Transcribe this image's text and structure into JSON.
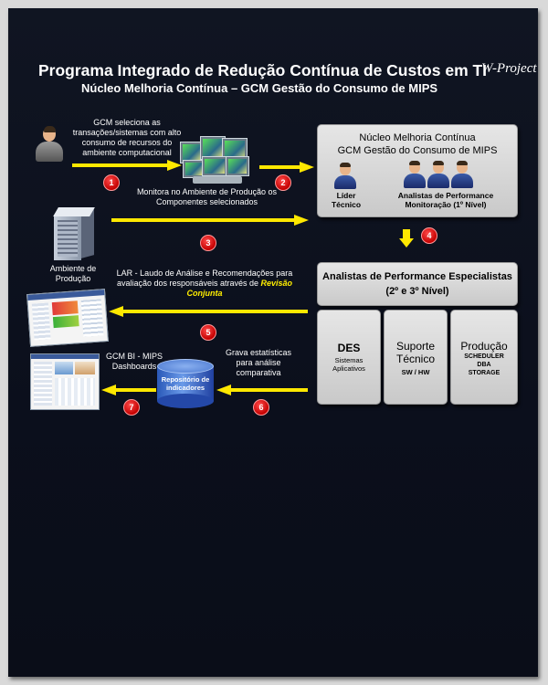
{
  "title": "Programa Integrado de Redução Contínua de Custos em TI",
  "subtitle": "Núcleo Melhoria Contínua – GCM Gestão do Consumo de MIPS",
  "logo": {
    "text": "W-Project"
  },
  "steps": {
    "step1_text": "GCM seleciona as transações/sistemas com alto consumo de recursos do ambiente computacional",
    "step2_text": "Monitora no Ambiente de Produção os Componentes selecionados",
    "ambiente_label": "Ambiente de Produção",
    "step5_text_a": "LAR - Laudo de Análise e Recomendações para avaliação dos responsáveis através de ",
    "step5_highlight": "Revisão Conjunta",
    "step6_text": "Grava estatísticas para análise comparativa",
    "step7_text": "GCM BI - MIPS Dashboards",
    "repository_label": "Repositório de indicadores"
  },
  "badges": [
    "1",
    "2",
    "3",
    "4",
    "5",
    "6",
    "7"
  ],
  "nucleo_box": {
    "title_line1": "Núcleo Melhoria Contínua",
    "title_line2": "GCM Gestão do Consumo de MIPS",
    "lider": "Líder Técnico",
    "analistas": "Analistas de Performance Monitoração (1º Nível)"
  },
  "especialistas_box": {
    "title_line1": "Analistas de Performance Especialistas",
    "title_line2": "(2º e 3º Nível)"
  },
  "des_box": {
    "title": "DES",
    "sub1": "Sistemas",
    "sub2": "Aplicativos"
  },
  "suporte_box": {
    "title1": "Suporte",
    "title2": "Técnico",
    "sub": "SW / HW"
  },
  "producao_box": {
    "title": "Produção",
    "sub1": "SCHEDULER",
    "sub2": "DBA",
    "sub3": "STORAGE"
  },
  "colors": {
    "arrow": "#ffe800",
    "badge": "#d40000",
    "background": "#0d1220"
  }
}
